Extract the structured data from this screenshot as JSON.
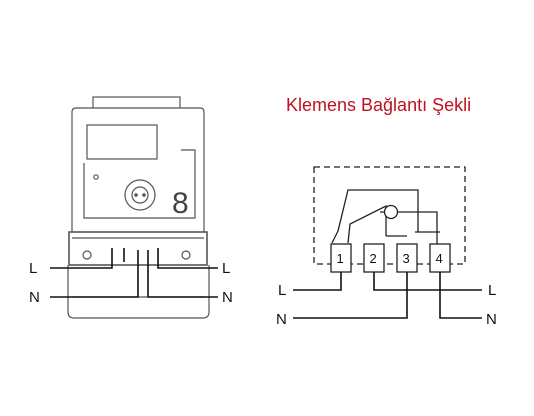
{
  "title": "Klemens Bağlantı Şekli",
  "meter": {
    "digit": "8",
    "labels": {
      "left_top": "L",
      "left_bottom": "N",
      "right_top": "L",
      "right_bottom": "N"
    }
  },
  "diagram": {
    "terminals": [
      "1",
      "2",
      "3",
      "4"
    ],
    "labels": {
      "left_top": "L",
      "left_bottom": "N",
      "right_top": "L",
      "right_bottom": "N"
    }
  },
  "colors": {
    "title": "#c0121f",
    "line": "#222222",
    "outline": "#555555"
  }
}
